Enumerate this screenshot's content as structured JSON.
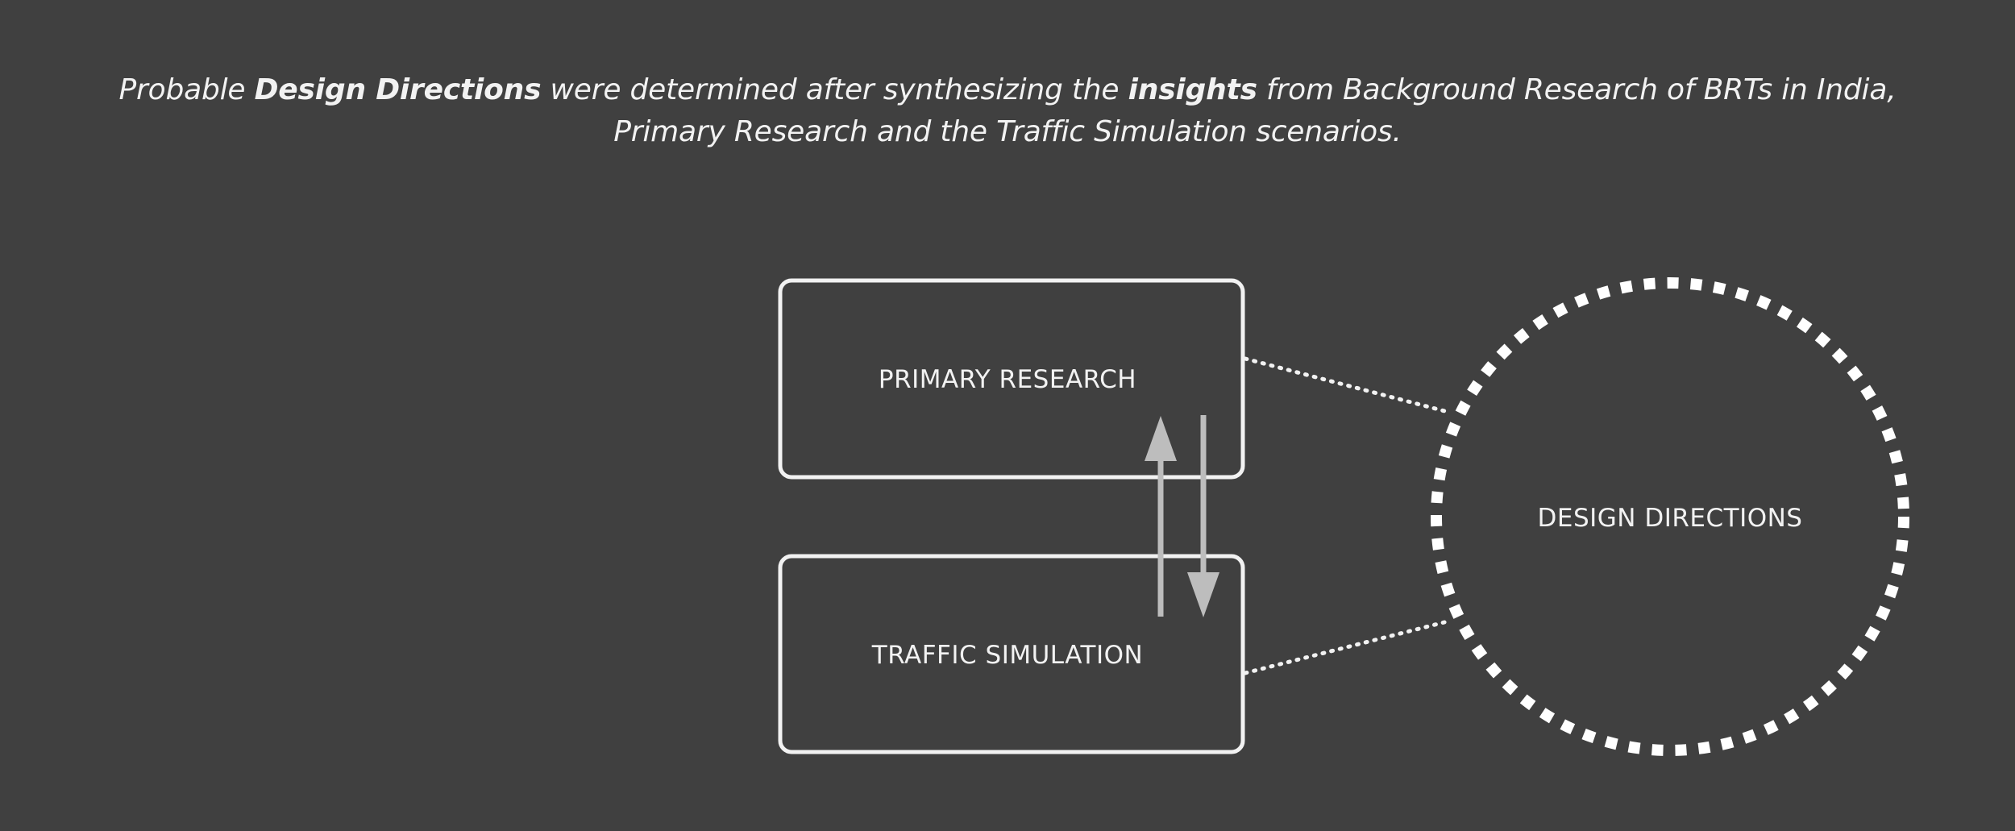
{
  "intro": {
    "part1": "Probable ",
    "bold1": "Design Directions",
    "part2": " were determined after synthesizing the ",
    "bold2": "insights",
    "part3": " from Background Research of BRTs in India, Primary Research and the Traffic Simulation scenarios."
  },
  "diagram": {
    "node_primary": "PRIMARY RESEARCH",
    "node_traffic": "TRAFFIC SIMULATION",
    "node_design": "DESIGN DIRECTIONS"
  },
  "colors": {
    "background": "#404040",
    "stroke": "#f2f2f2",
    "arrow": "#bdbdbd"
  }
}
